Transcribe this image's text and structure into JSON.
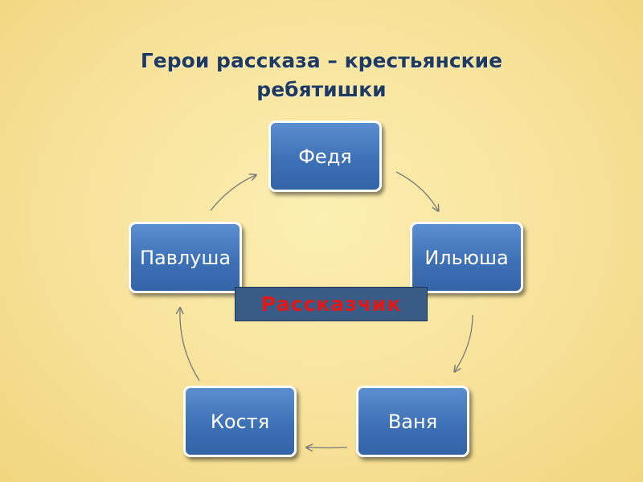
{
  "title": {
    "line1": "Герои рассказа – крестьянские",
    "line2": "ребятишки"
  },
  "nodes": {
    "fedya": "Федя",
    "ilyusha": "Ильюша",
    "vanya": "Ваня",
    "kostya": "Костя",
    "pavlusha": "Павлуша"
  },
  "center_label": "Рассказчик",
  "colors": {
    "node_fill": "#4a7fc4",
    "node_border": "#ffffff",
    "center_fill": "#395c86",
    "center_text": "#e01818",
    "title_text": "#1f3a5f",
    "arrow": "#7a7a7a"
  }
}
